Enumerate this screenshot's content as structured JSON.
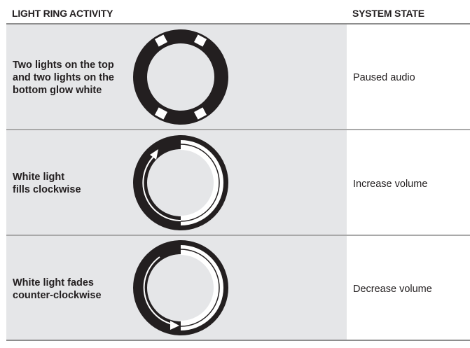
{
  "table": {
    "headers": {
      "activity": "LIGHT RING ACTIVITY",
      "state": "SYSTEM STATE"
    },
    "rows": [
      {
        "activity_lines": [
          "Two lights on the top",
          "and two lights on the",
          "bottom glow white"
        ],
        "ring_icon": "four-lights-ring-icon",
        "state": "Paused audio"
      },
      {
        "activity_lines": [
          "White light",
          "fills clockwise"
        ],
        "ring_icon": "ring-fill-clockwise-icon",
        "state": "Increase volume"
      },
      {
        "activity_lines": [
          "White light fades",
          "counter-clockwise"
        ],
        "ring_icon": "ring-fade-counterclockwise-icon",
        "state": "Decrease volume"
      }
    ]
  },
  "colors": {
    "ring_dark": "#231f20",
    "ring_light": "#ffffff",
    "cell_gray": "#e5e6e8",
    "rule": "#8e8e8e"
  }
}
